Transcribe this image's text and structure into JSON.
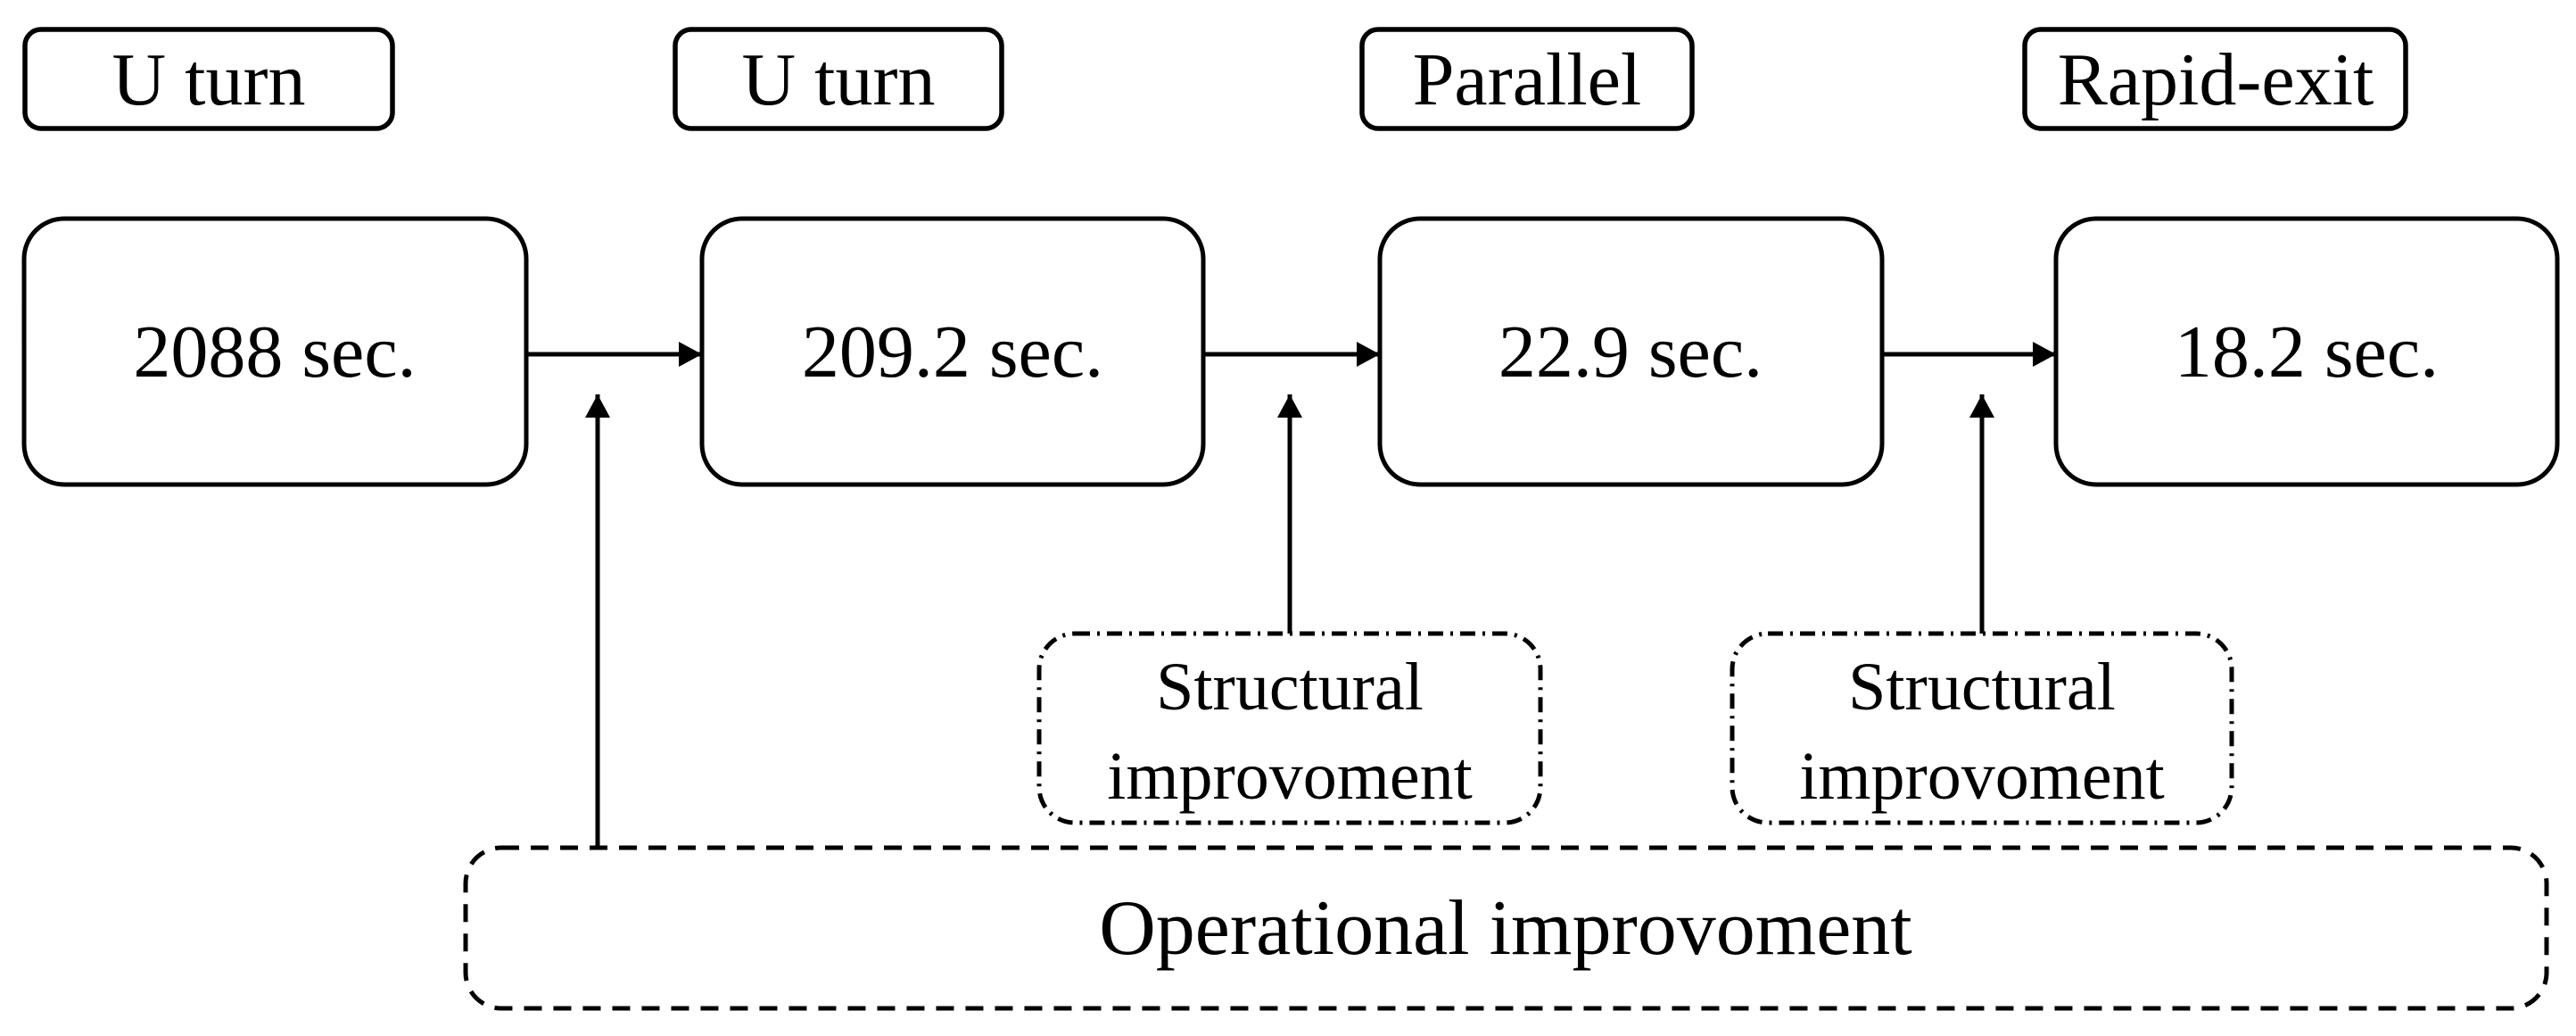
{
  "diagram": {
    "description": "Flow diagram of taxi-out time reduction across exit types with structural and operational improvements",
    "ink_color": "#000000",
    "background_color": "#ffffff",
    "columns": [
      {
        "label": "U turn",
        "value": "2088 sec."
      },
      {
        "label": "U turn",
        "value": "209.2 sec."
      },
      {
        "label": "Parallel",
        "value": "22.9 sec."
      },
      {
        "label": "Rapid-exit",
        "value": "18.2 sec."
      }
    ],
    "structural_boxes": [
      {
        "line1": "Structural",
        "line2": "improvoment",
        "points_to": "arrow between 209.2 sec. and 22.9 sec."
      },
      {
        "line1": "Structural",
        "line2": "improvoment",
        "points_to": "arrow between 22.9 sec. and 18.2 sec."
      }
    ],
    "operational_box": {
      "label": "Operational improvoment",
      "points_to": "arrow between 2088 sec. and 209.2 sec."
    },
    "flow": [
      "2088 sec. -> 209.2 sec.",
      "209.2 sec. -> 22.9 sec.",
      "22.9 sec. -> 18.2 sec."
    ]
  }
}
